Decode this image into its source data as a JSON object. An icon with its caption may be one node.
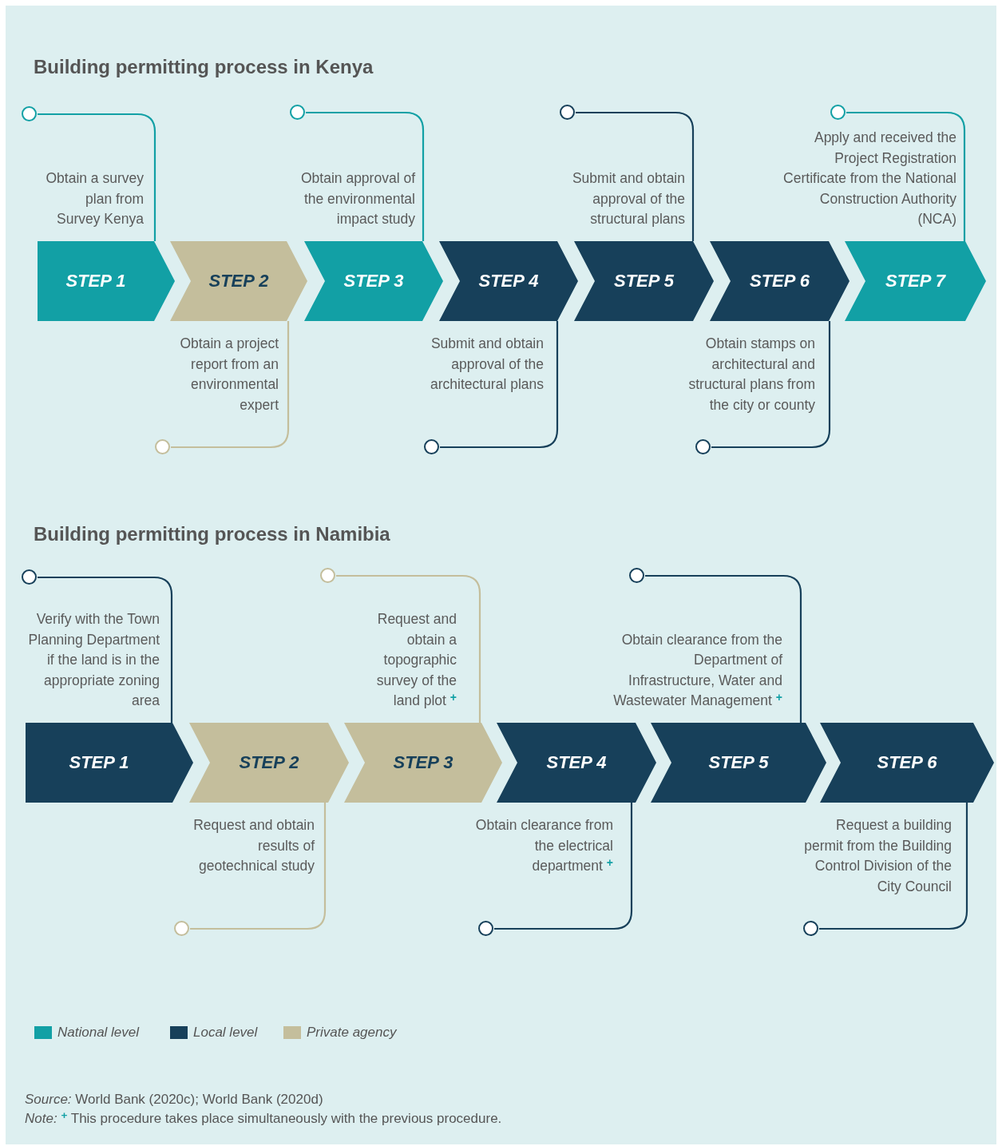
{
  "diagram": {
    "nodes": [
      {
        "text": [
          "STEP 1"
        ],
        "beside": [
          "Obtain a survey plan from Survey Kenya"
        ]
      },
      {
        "text": [
          "STEP 2"
        ],
        "beside": [
          "Obtain a project report from an environmental expert"
        ]
      },
      {
        "text": [
          "STEP 3"
        ],
        "beside": [
          "Obtain approval of the environmental impact study"
        ]
      },
      {
        "text": [
          "STEP 4"
        ],
        "beside": [
          "Submit and obtain approval of the architectural plans"
        ]
      },
      {
        "text": [
          "STEP 5"
        ],
        "beside": [
          "Submit and obtain approval of the structural plans"
        ]
      },
      {
        "text": [
          "STEP 6"
        ],
        "beside": [
          "Obtain stamps on architectural and structural plans from the city or county"
        ]
      },
      {
        "text": [
          "STEP 7"
        ],
        "beside": [
          "Apply and received the Project Registration Certificate from the National Construction Authority (NCA)"
        ]
      },
      {
        "text": [],
        "shape": "circle"
      },
      {
        "text": [],
        "shape": "circle"
      },
      {
        "text": [],
        "shape": "circle"
      },
      {
        "text": [],
        "shape": "circle"
      },
      {
        "text": [],
        "shape": "circle"
      },
      {
        "text": [],
        "shape": "circle"
      },
      {
        "text": [],
        "shape": "circle"
      },
      {
        "text": [
          "STEP 1"
        ],
        "beside": [
          "Verify with the Town Planning Department if the land is in the appropriate zoning area"
        ]
      },
      {
        "text": [
          "STEP 2"
        ],
        "beside": [
          "Request and obtain results of geotechnical study"
        ]
      },
      {
        "text": [
          "STEP 3"
        ],
        "beside": [
          "Request and obtain a topographic survey of the land plot $^{+}$"
        ]
      },
      {
        "text": [
          "STEP 4"
        ],
        "beside": [
          "Obtain clearance from the electrical department $^{+}$"
        ]
      },
      {
        "text": [
          "STEP 5"
        ],
        "beside": [
          "Obtain clearance from the Department of Infrastructure, Water and Wastewater Management $^{+}$"
        ]
      },
      {
        "text": [
          "STEP 6"
        ],
        "beside": [
          "Request a building permit from the Building Control Division of the City Council"
        ]
      },
      {
        "text": [],
        "shape": "circle"
      },
      {
        "text": [],
        "shape": "circle"
      },
      {
        "text": [],
        "shape": "circle"
      },
      {
        "text": [],
        "shape": "circle"
      },
      {
        "text": [],
        "shape": "circle"
      },
      {
        "text": [],
        "shape": "circle"
      }
    ],
    "edges": [
      {
        "from": 7,
        "to": 0,
        "arrow": "none",
        "color": "#12a0a5"
      },
      {
        "from": 8,
        "to": 1,
        "arrow": "none",
        "color": "#c4be9c"
      },
      {
        "from": 9,
        "to": 2,
        "arrow": "none",
        "color": "#12a0a5"
      },
      {
        "from": 10,
        "to": 3,
        "arrow": "none"
      },
      {
        "from": 11,
        "to": 4,
        "arrow": "none"
      },
      {
        "from": 12,
        "to": 5,
        "arrow": "none"
      },
      {
        "from": 13,
        "to": 6,
        "arrow": "none",
        "color": "#12a0a5"
      },
      {
        "from": 20,
        "to": 14,
        "arrow": "none"
      },
      {
        "from": 21,
        "to": 15,
        "arrow": "none",
        "color": "#c4be9c"
      },
      {
        "from": 22,
        "to": 16,
        "arrow": "none",
        "color": "#c4be9c"
      },
      {
        "from": 23,
        "to": 17,
        "arrow": "none"
      },
      {
        "from": 24,
        "to": 18,
        "arrow": "none"
      },
      {
        "from": 25,
        "to": 19,
        "arrow": "none"
      }
    ],
    "labels": [
      "Building permitting process in Kenya",
      "Building permitting process in Namibia",
      "*Source:* World Bank (2020c); World Bank (2020d)",
      "*Note:* $^{+}$ This procedure takes place simultaneously with the previous procedure."
    ],
    "legend": [
      {
        "text": "National level",
        "color": "#12a0a5"
      },
      {
        "text": "Local level",
        "color": "#17405a"
      },
      {
        "text": "Private agency",
        "color": "#c4be9c"
      }
    ]
  }
}
